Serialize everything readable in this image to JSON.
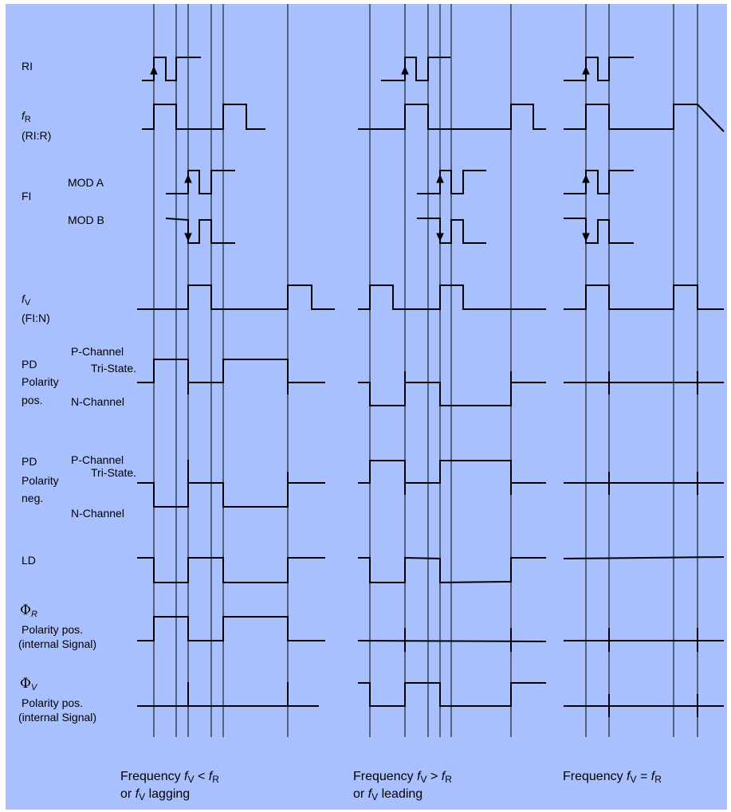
{
  "signals": {
    "ri": "RI",
    "fr_sym": "f",
    "fr_sub": "R",
    "fr_note": "(RI:R)",
    "fi": "FI",
    "mod_a": "MOD A",
    "mod_b": "MOD B",
    "fv_sym": "f",
    "fv_sub": "V",
    "fv_note": "(FI:N)",
    "pd_pos_1": "PD",
    "pd_pos_2": "Polarity",
    "pd_pos_3": "pos.",
    "pd_neg_1": "PD",
    "pd_neg_2": "Polarity",
    "pd_neg_3": "neg.",
    "p_channel": "P-Channel",
    "tri_state": "Tri-State.",
    "n_channel": "N-Channel",
    "ld": "LD",
    "phi_r_sym": "Φ",
    "phi_r_sub": "R",
    "phi_v_sym": "Φ",
    "phi_v_sub": "V",
    "polarity_pos": "Polarity pos.",
    "internal_signal": "(internal Signal)"
  },
  "captions": {
    "col1_a": "Frequency ",
    "col1_f1": "f",
    "col1_s1": "V",
    "col1_op": " < ",
    "col1_f2": "f",
    "col1_s2": "R",
    "col1_b_pre": "or ",
    "col1_b_f": "f",
    "col1_b_s": "V",
    "col1_b_post": " lagging",
    "col2_a": "Frequency ",
    "col2_f1": "f",
    "col2_s1": "V",
    "col2_op": " > ",
    "col2_f2": "f",
    "col2_s2": "R",
    "col2_b_pre": "or ",
    "col2_b_f": "f",
    "col2_b_s": "V",
    "col2_b_post": " leading",
    "col3_a": "Frequency ",
    "col3_f1": "f",
    "col3_s1": "V",
    "col3_op": " = ",
    "col3_f2": "f",
    "col3_s2": "R"
  },
  "colors": {
    "background": "#a9c0ff",
    "line": "#000000",
    "frame": "#ffffff"
  }
}
